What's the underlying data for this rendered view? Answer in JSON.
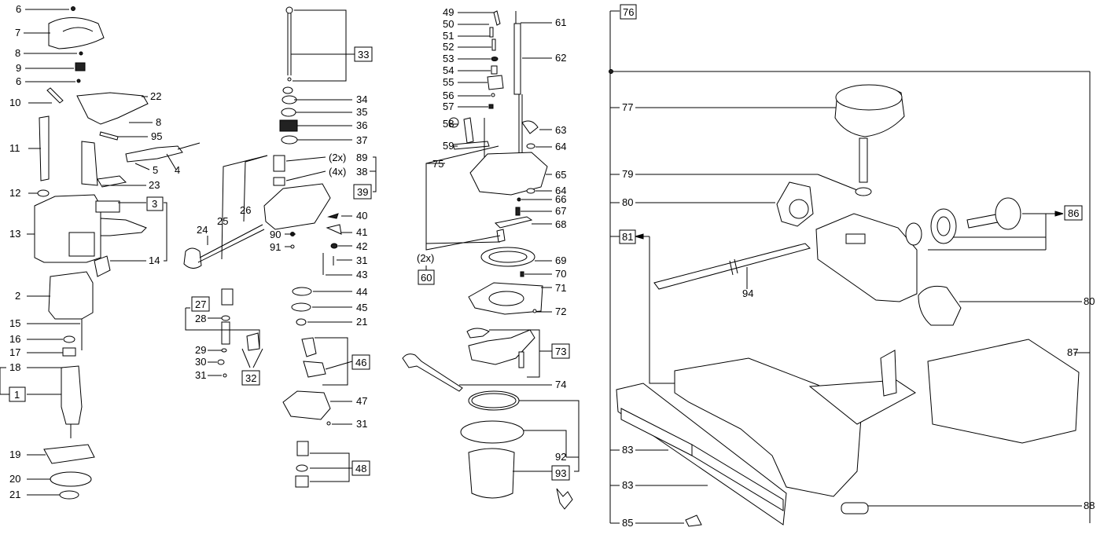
{
  "labels": {
    "p6a": "6",
    "p7": "7",
    "p8a": "8",
    "p9": "9",
    "p6b": "6",
    "p10": "10",
    "p22": "22",
    "p8b": "8",
    "p95": "95",
    "p11": "11",
    "p5": "5",
    "p4": "4",
    "p23": "23",
    "p12": "12",
    "p3": "3",
    "p13": "13",
    "p14": "14",
    "p2": "2",
    "p15": "15",
    "p16": "16",
    "p17": "17",
    "p18": "18",
    "p1": "1",
    "p19": "19",
    "p20": "20",
    "p21a": "21",
    "p33": "33",
    "p34": "34",
    "p35": "35",
    "p36": "36",
    "p37": "37",
    "p89": "89",
    "p89n": "(2x)",
    "p38": "38",
    "p38n": "(4x)",
    "p39": "39",
    "p25": "25",
    "p26": "26",
    "p24": "24",
    "p40": "40",
    "p41": "41",
    "p90": "90",
    "p42": "42",
    "p91": "91",
    "p31a": "31",
    "p43": "43",
    "p44": "44",
    "p45": "45",
    "p21b": "21",
    "p27": "27",
    "p28": "28",
    "p29": "29",
    "p30": "30",
    "p31b": "31",
    "p32": "32",
    "p46": "46",
    "p47": "47",
    "p31c": "31",
    "p48": "48",
    "p49": "49",
    "p50": "50",
    "p51": "51",
    "p52": "52",
    "p53": "53",
    "p54": "54",
    "p55": "55",
    "p56": "56",
    "p57": "57",
    "p58": "58",
    "p59": "59",
    "p75": "75",
    "p60n": "(2x)",
    "p60": "60",
    "p61": "61",
    "p62": "62",
    "p63": "63",
    "p64a": "64",
    "p65": "65",
    "p64b": "64",
    "p66": "66",
    "p67": "67",
    "p68": "68",
    "p69": "69",
    "p70": "70",
    "p71": "71",
    "p72": "72",
    "p73": "73",
    "p74": "74",
    "p92": "92",
    "p93": "93",
    "p76": "76",
    "p77": "77",
    "p79": "79",
    "p80a": "80",
    "p81": "81",
    "p86": "86",
    "p94": "94",
    "p80b": "80",
    "p87": "87",
    "p83a": "83",
    "p83b": "83",
    "p88": "88",
    "p85": "85"
  }
}
